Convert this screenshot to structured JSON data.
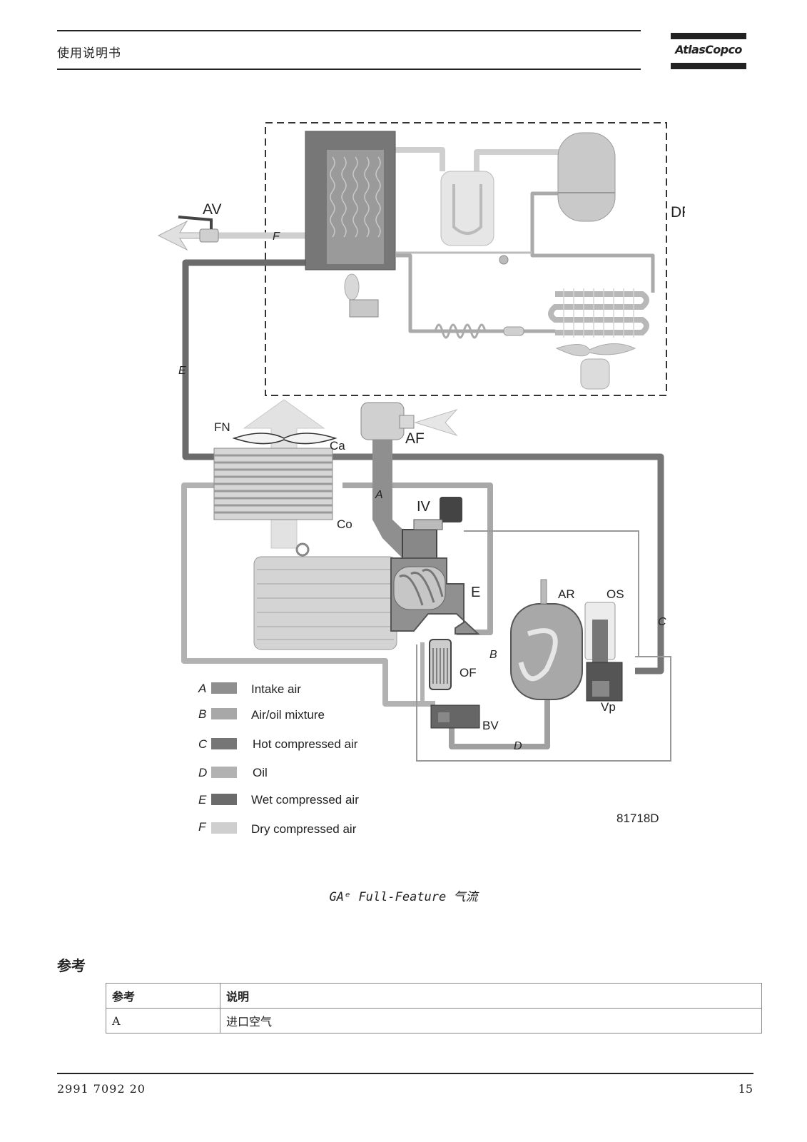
{
  "header": {
    "title": "使用说明书",
    "logo_text": "AtlasCopco"
  },
  "diagram": {
    "labels": {
      "av": "AV",
      "f": "F",
      "e_line": "E",
      "dr": "DR",
      "fn": "FN",
      "ca": "Ca",
      "af": "AF",
      "a_line": "A",
      "iv": "IV",
      "co": "Co",
      "e_el": "E",
      "ar": "AR",
      "os": "OS",
      "c_line": "C",
      "b_line": "B",
      "of": "OF",
      "vp": "Vp",
      "bv": "BV",
      "d_line": "D"
    },
    "legend": [
      {
        "key": "A",
        "text": "Intake air",
        "color": "#8f8f8f"
      },
      {
        "key": "B",
        "text": "Air/oil mixture",
        "color": "#a8a8a8"
      },
      {
        "key": "C",
        "text": "Hot compressed air",
        "color": "#767676"
      },
      {
        "key": "D",
        "text": "Oil",
        "color": "#b2b2b2"
      },
      {
        "key": "E",
        "text": "Wet compressed air",
        "color": "#6b6b6b"
      },
      {
        "key": "F",
        "text": "Dry compressed air",
        "color": "#cfcfcf"
      }
    ],
    "figure_code": "81718D"
  },
  "caption": "GAᵉ Full-Feature 气流",
  "section": {
    "title": "参考"
  },
  "table": {
    "headers": [
      "参考",
      "说明"
    ],
    "rows": [
      [
        "A",
        "进口空气"
      ]
    ]
  },
  "footer": {
    "doc_number": "2991 7092 20",
    "page": "15"
  }
}
